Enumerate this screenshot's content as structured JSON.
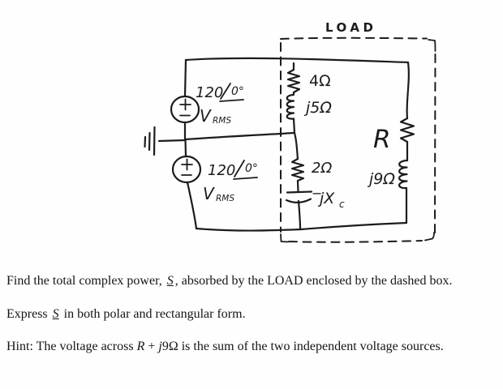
{
  "circuit": {
    "load_label": "LOAD",
    "sources": {
      "top": {
        "magnitude": "120",
        "angle": "0°",
        "unit": "V",
        "unit_sub": "RMS"
      },
      "bottom": {
        "magnitude": "120",
        "angle": "0°",
        "unit": "V",
        "unit_sub": "RMS"
      }
    },
    "components": {
      "resistor_top": "4Ω",
      "inductor_top": "j5Ω",
      "resistor_mid": "2Ω",
      "capacitor_minus": "−",
      "capacitor_prefix": "jX",
      "capacitor_sub": "c",
      "resistor_right": "R",
      "inductor_right": "j9Ω"
    },
    "colors": {
      "ink": "#1c1c1c",
      "background": "#fefefe"
    }
  },
  "problem": {
    "line1": {
      "prefix": "Find the total complex power, ",
      "symbol": "S",
      "suffix": ", absorbed by the LOAD enclosed by the dashed box."
    },
    "line2": {
      "prefix": "Express ",
      "symbol": "S",
      "suffix": " in both polar and rectangular form."
    },
    "line3": {
      "prefix": "Hint: The voltage across ",
      "var": "R",
      "operator": " + ",
      "imag": "j",
      "value": "9Ω",
      "suffix": " is the sum of the two independent voltage sources."
    }
  }
}
